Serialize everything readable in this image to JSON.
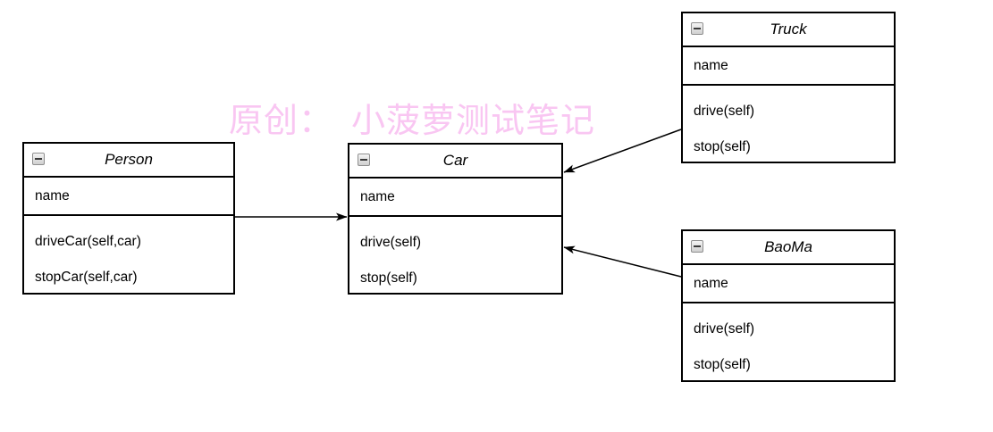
{
  "watermark": {
    "text": "原创：　小菠萝测试笔记",
    "color": "#F9C6F2"
  },
  "classes": [
    {
      "id": "person",
      "title": "Person",
      "attributes": [
        "name"
      ],
      "methods": [
        "driveCar(self,car)",
        "stopCar(self,car)"
      ]
    },
    {
      "id": "car",
      "title": "Car",
      "attributes": [
        "name"
      ],
      "methods": [
        "drive(self)",
        "stop(self)"
      ]
    },
    {
      "id": "truck",
      "title": "Truck",
      "attributes": [
        "name"
      ],
      "methods": [
        "drive(self)",
        "stop(self)"
      ]
    },
    {
      "id": "baoma",
      "title": "BaoMa",
      "attributes": [
        "name"
      ],
      "methods": [
        "drive(self)",
        "stop(self)"
      ]
    }
  ],
  "relations": [
    {
      "from": "Person",
      "to": "Car",
      "style": "solid-filled-arrow"
    },
    {
      "from": "Truck",
      "to": "Car",
      "style": "solid-filled-arrow"
    },
    {
      "from": "BaoMa",
      "to": "Car",
      "style": "solid-filled-arrow"
    }
  ],
  "icons": {
    "collapse": "minus"
  },
  "colors": {
    "box_border": "#000000",
    "box_fill": "#FFFFFF",
    "arrow": "#000000",
    "watermark_pink": "#F9C6F2"
  }
}
